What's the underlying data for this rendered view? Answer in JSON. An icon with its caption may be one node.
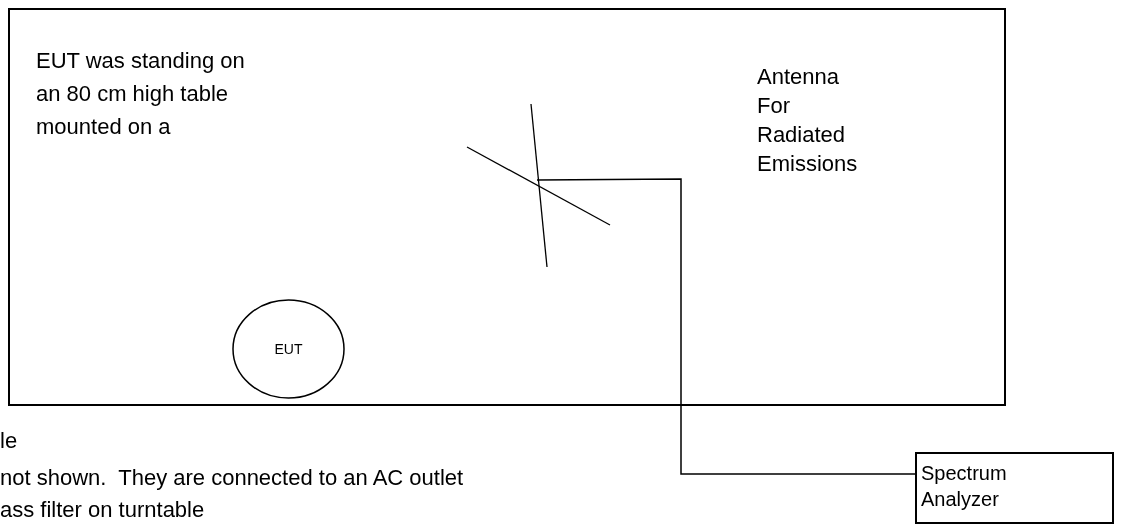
{
  "diagram": {
    "nodes": [
      {
        "text": [
          "EUT was standing on an 80 cm high table mounted on a"
        ]
      },
      {
        "text": [
          "EUT"
        ],
        "in": 0
      },
      {
        "text": [],
        "shape": "picture",
        "in": 0
      },
      {
        "text": [
          "Spectrum Analyzer"
        ]
      }
    ],
    "edges": [
      {
        "from": 2,
        "to": 3,
        "arrow": "none"
      }
    ],
    "labels": [
      "Antenna For Radiated Emissions",
      "le",
      "not shown.  They are connected to an AC outlet",
      "ass filter on turntable"
    ]
  }
}
